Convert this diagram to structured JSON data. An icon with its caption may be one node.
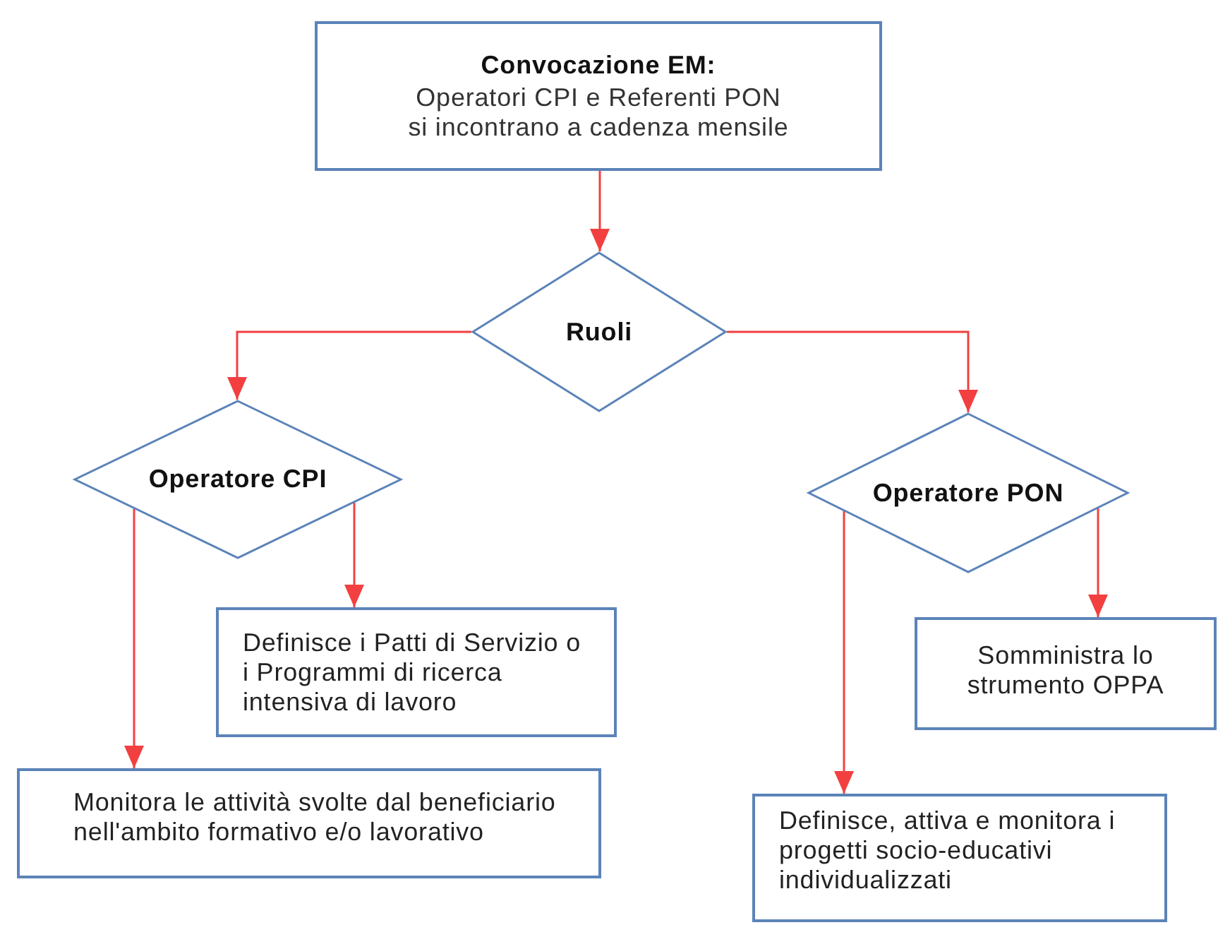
{
  "diagram": {
    "nodes": [
      {
        "text": [
          "Convocazione EM:",
          "Operatori CPI e Referenti PON si incontrano a cadenza mensile"
        ]
      },
      {
        "text": [
          "Ruoli"
        ]
      },
      {
        "text": [
          "Operatore CPI"
        ]
      },
      {
        "text": [
          "Operatore PON"
        ]
      },
      {
        "text": [
          "Definisce i Patti di Servizio o i Programmi di ricerca intensiva di lavoro"
        ]
      },
      {
        "text": [
          "Monitora le attività svolte dal beneficiario nell'ambito formativo e/o lavorativo"
        ]
      },
      {
        "text": [
          "Somministra lo strumento OPPA"
        ]
      },
      {
        "text": [
          "Definisce, attiva e monitora i progetti socio-educativi individualizzati"
        ]
      }
    ],
    "edges": [
      {
        "from": 0,
        "to": 1,
        "arrow": "to"
      },
      {
        "from": 1,
        "to": 2,
        "arrow": "to"
      },
      {
        "from": 1,
        "to": 3,
        "arrow": "to"
      },
      {
        "from": 2,
        "to": 5,
        "arrow": "to"
      },
      {
        "from": 2,
        "to": 4,
        "arrow": "to"
      },
      {
        "from": 3,
        "to": 7,
        "arrow": "to"
      },
      {
        "from": 3,
        "to": 6,
        "arrow": "to"
      }
    ]
  }
}
